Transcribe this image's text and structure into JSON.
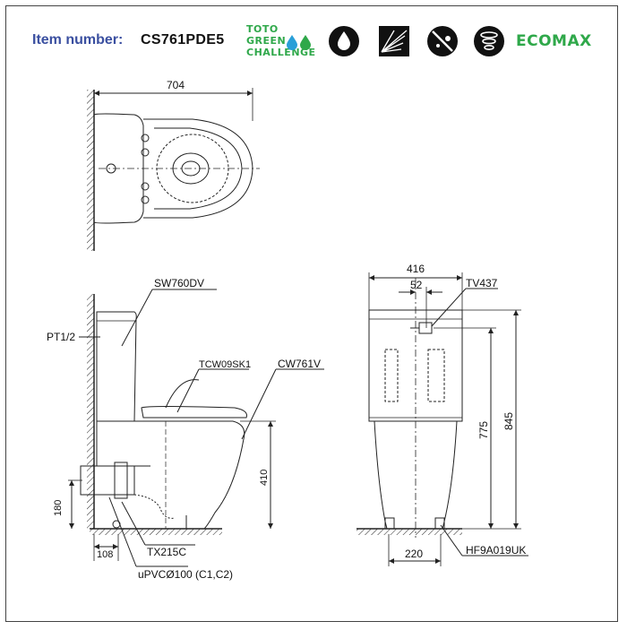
{
  "header": {
    "item_label": "Item number:",
    "item_code": "CS761PDE5",
    "green_challenge": [
      "TOTO",
      "GREEN",
      "CHALLENGE"
    ],
    "badges": [
      "water-drop-icon",
      "tornado-flush-icon",
      "ceflon-glaze-icon",
      "cyclone-flush-icon"
    ],
    "ecomax": "ECOMAX",
    "brand_green": "#2fa84a",
    "brand_blue": "#3a4fa0"
  },
  "drawing": {
    "top_width": "704",
    "side_labels": {
      "tank": "SW760DV",
      "inlet": "PT1/2",
      "seat": "TCW09SK1",
      "bowl": "CW761V",
      "height_410": "410",
      "height_180": "180",
      "offset_108": "108",
      "connector": "TX215C",
      "pipe": "uPVCØ100 (C1,C2)"
    },
    "front_labels": {
      "width_416": "416",
      "width_52": "52",
      "valve": "TV437",
      "height_775": "775",
      "height_845": "845",
      "width_220": "220",
      "fixing": "HF9A019UK"
    }
  }
}
